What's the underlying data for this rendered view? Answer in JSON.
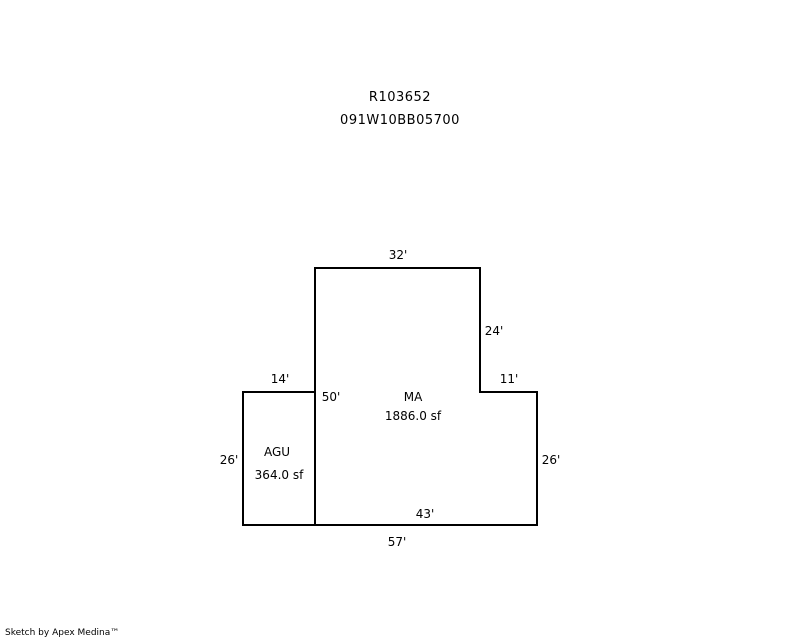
{
  "header": {
    "parcel_id": "R103652",
    "map_number": "091W10BB05700"
  },
  "sketch": {
    "areas": [
      {
        "code": "MA",
        "area": "1886.0 sf"
      },
      {
        "code": "AGU",
        "area": "364.0 sf"
      }
    ],
    "dimensions": {
      "ma_top": "32'",
      "ma_upper_right": "24'",
      "ma_step": "11'",
      "ma_right": "26'",
      "ma_bottom": "43'",
      "ma_left": "50'",
      "agu_top": "14'",
      "agu_left": "26'",
      "overall_bottom": "57'"
    }
  },
  "footer": {
    "credit": "Sketch by Apex Medina™"
  }
}
